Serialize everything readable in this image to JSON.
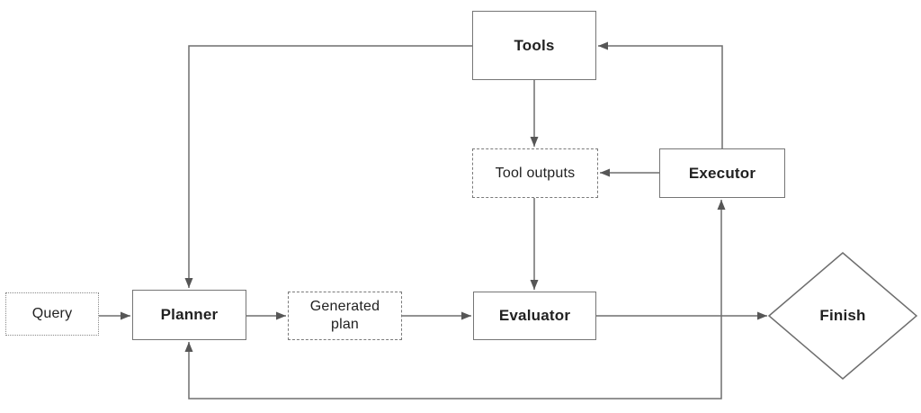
{
  "diagram": {
    "type": "flowchart",
    "nodes": {
      "query": {
        "label": "Query",
        "shape": "rect",
        "border": "dotted"
      },
      "planner": {
        "label": "Planner",
        "shape": "rect",
        "border": "solid"
      },
      "generated_plan": {
        "label": "Generated plan",
        "shape": "rect",
        "border": "dashed"
      },
      "tools": {
        "label": "Tools",
        "shape": "rect",
        "border": "solid"
      },
      "tool_outputs": {
        "label": "Tool outputs",
        "shape": "rect",
        "border": "dashed"
      },
      "executor": {
        "label": "Executor",
        "shape": "rect",
        "border": "solid"
      },
      "evaluator": {
        "label": "Evaluator",
        "shape": "rect",
        "border": "solid"
      },
      "finish": {
        "label": "Finish",
        "shape": "diamond",
        "border": "solid"
      }
    },
    "edges": [
      {
        "from": "query",
        "to": "planner"
      },
      {
        "from": "planner",
        "to": "generated_plan"
      },
      {
        "from": "generated_plan",
        "to": "evaluator"
      },
      {
        "from": "evaluator",
        "to": "finish"
      },
      {
        "from": "evaluator",
        "to": "executor"
      },
      {
        "from": "evaluator",
        "to": "planner",
        "note": "feedback loop along bottom"
      },
      {
        "from": "executor",
        "to": "tools",
        "note": "via top-right route"
      },
      {
        "from": "tools",
        "to": "planner",
        "note": "via top-left route"
      },
      {
        "from": "tools",
        "to": "tool_outputs"
      },
      {
        "from": "executor",
        "to": "tool_outputs"
      },
      {
        "from": "tool_outputs",
        "to": "evaluator"
      }
    ],
    "colors": {
      "line": "#6e6e6e",
      "arrowhead": "#565656",
      "border_solid": "#757575",
      "border_dashed": "#7a7a7a",
      "text": "#212121",
      "background": "#ffffff"
    }
  }
}
